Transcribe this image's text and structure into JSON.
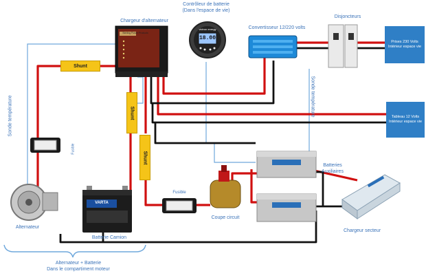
{
  "labels": {
    "battery_monitor": "Contrôleur de batterie\n(Dans l'espace de vie)",
    "charger_alternator": "Chargeur d'alternateur",
    "converter": "Convertisseur 12/220 volts",
    "breakers": "Disjoncteurs",
    "outlets_box": "Prises 230 Volts\nIntérieur espace vie",
    "panel_box": "Tableau 12 Volts\nIntérieur espace vie",
    "temp_sensor_left": "Sonde température",
    "temp_sensor_right": "Sonde température",
    "fuse_left": "Fusible",
    "fuse_center": "Fusible",
    "alternator": "Alternateur",
    "truck_battery": "Batterie Camion",
    "cutoff": "Coupe circuit",
    "aux_batteries": "Batteries\nAuxiliaires",
    "shore_charger": "Chargeur secteur",
    "engine_bay": "Alternateur + Batterie\nDans le compartiment moteur"
  },
  "shunts": {
    "top": "Shunt",
    "mid": "Shunt",
    "low": "Shunt"
  },
  "device_text": {
    "monitor_brand": "victron energy",
    "monitor_display": "18.00",
    "charger_brand": "Sterling Power Products",
    "battery_brand": "VARTA"
  },
  "colors": {
    "positive": "#d01010",
    "negative": "#111111",
    "signal": "#6fa8dc",
    "shunt": "#f5c418",
    "box": "#2f7fc6"
  }
}
